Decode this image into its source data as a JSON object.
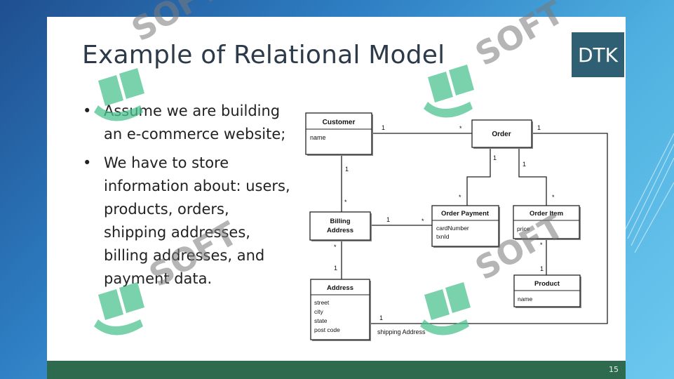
{
  "slide": {
    "title": "Example of Relational Model",
    "logo_text": "DTK",
    "page_number": "15",
    "bullets": [
      "Assume we are building an e-commerce website;",
      "We have to store information about: users, products, orders, shipping addresses, billing addresses, and payment data."
    ],
    "bullet_glyph": "•"
  },
  "diagram": {
    "classes": {
      "customer": {
        "name": "Customer",
        "attrs": [
          "name"
        ]
      },
      "order": {
        "name": "Order",
        "attrs": []
      },
      "billing_address": {
        "name": "Billing Address",
        "attrs": []
      },
      "order_payment": {
        "name": "Order Payment",
        "attrs": [
          "cardNumber",
          "txnId"
        ]
      },
      "order_item": {
        "name": "Order Item",
        "attrs": [
          "price"
        ]
      },
      "address": {
        "name": "Address",
        "attrs": [
          "street",
          "city",
          "state",
          "post code"
        ]
      },
      "product": {
        "name": "Product",
        "attrs": [
          "name"
        ]
      }
    },
    "multiplicities": {
      "customer_order_1": "1",
      "customer_order_many": "*",
      "order_right_1": "1",
      "customer_billing_1": "1",
      "customer_billing_many": "*",
      "order_payment_1": "1",
      "order_payment_many": "*",
      "order_item_1": "1",
      "order_item_many": "*",
      "billing_payment_1": "1",
      "billing_payment_many": "*",
      "billing_address_many": "*",
      "billing_address_1": "1",
      "item_product_many": "*",
      "item_product_1": "1",
      "address_shipping_1": "1"
    },
    "labels": {
      "shipping_address": "shipping Address"
    }
  },
  "watermark": {
    "text": "SOFT",
    "color": "#4cc38f"
  }
}
